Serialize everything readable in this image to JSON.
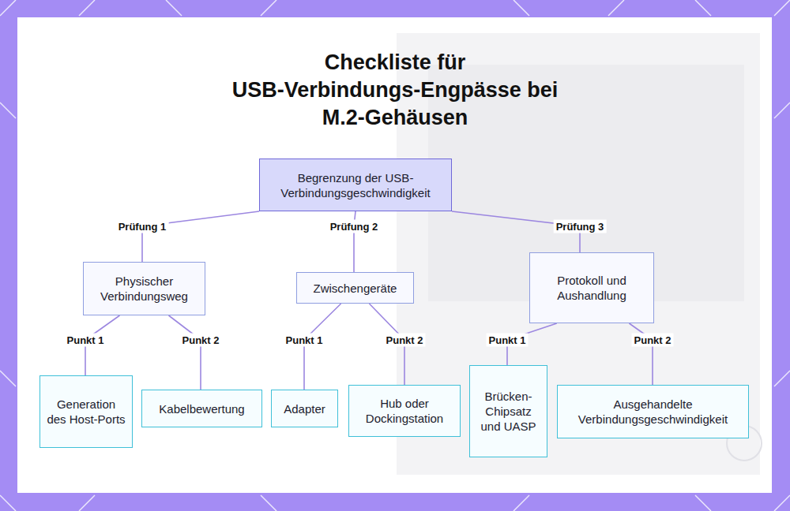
{
  "diagram": {
    "title": "Checkliste für USB-Verbindungs-Engpässe bei M.2-Gehäusen",
    "nodes": [
      {
        "text": [
          "Begrenzung der USB-Verbindungsgeschwindigkeit"
        ]
      },
      {
        "text": [
          "Physischer Verbindungsweg"
        ]
      },
      {
        "text": [
          "Zwischengeräte"
        ]
      },
      {
        "text": [
          "Protokoll und Aushandlung"
        ]
      },
      {
        "text": [
          "Generation des Host-Ports"
        ]
      },
      {
        "text": [
          "Kabelbewertung"
        ]
      },
      {
        "text": [
          "Adapter"
        ]
      },
      {
        "text": [
          "Hub oder Dockingstation"
        ]
      },
      {
        "text": [
          "Brücken-Chipsatz und UASP"
        ]
      },
      {
        "text": [
          "Ausgehandelte Verbindungsgeschwindigkeit"
        ]
      }
    ],
    "edges": [
      {
        "from": 0,
        "to": 1,
        "label": "Prüfung 1",
        "arrow": "none"
      },
      {
        "from": 0,
        "to": 2,
        "label": "Prüfung 2",
        "arrow": "none"
      },
      {
        "from": 0,
        "to": 3,
        "label": "Prüfung 3",
        "arrow": "none"
      },
      {
        "from": 1,
        "to": 4,
        "label": "Punkt 1",
        "arrow": "none"
      },
      {
        "from": 1,
        "to": 5,
        "label": "Punkt 2",
        "arrow": "none"
      },
      {
        "from": 2,
        "to": 6,
        "label": "Punkt 1",
        "arrow": "none"
      },
      {
        "from": 2,
        "to": 7,
        "label": "Punkt 2",
        "arrow": "none"
      },
      {
        "from": 3,
        "to": 8,
        "label": "Punkt 1",
        "arrow": "none"
      },
      {
        "from": 3,
        "to": 9,
        "label": "Punkt 2",
        "arrow": "none"
      }
    ]
  }
}
